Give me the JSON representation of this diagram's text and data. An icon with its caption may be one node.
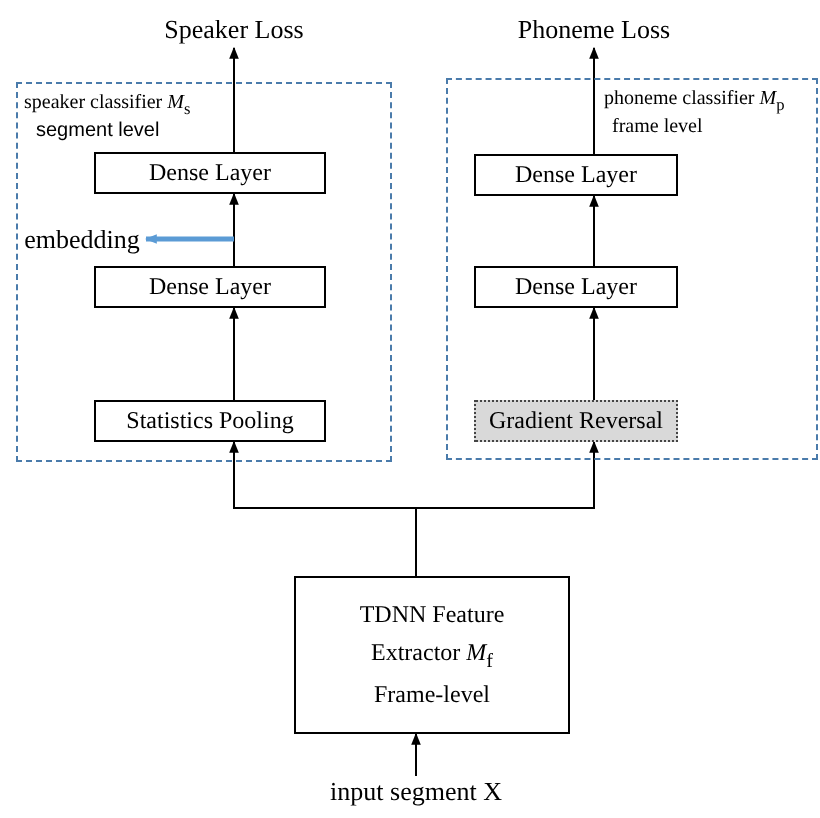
{
  "diagram": {
    "nodes": [
      {
        "text": [
          "speaker classifier *M*$_{s}$",
          "segment level"
        ]
      },
      {
        "text": [
          "Dense Layer"
        ],
        "in": 0
      },
      {
        "text": [
          "Dense Layer"
        ],
        "in": 0
      },
      {
        "text": [
          "Statistics Pooling"
        ],
        "in": 0
      },
      {
        "text": [
          "phoneme classifier *M*$_{p}$",
          "frame level"
        ]
      },
      {
        "text": [
          "Dense Layer"
        ],
        "in": 4
      },
      {
        "text": [
          "Dense Layer"
        ],
        "in": 4
      },
      {
        "text": [
          "Gradient Reversal"
        ],
        "in": 4
      },
      {
        "text": [
          "TDNN Feature Extractor *M*$_{f}$ Frame-level"
        ]
      },
      {
        "text": [
          "Speaker Loss"
        ]
      },
      {
        "text": [
          "Phoneme Loss"
        ]
      },
      {
        "text": [
          "embedding"
        ],
        "in": 0
      },
      {
        "text": [
          "input segment X"
        ]
      }
    ],
    "edges": [
      {
        "from": 3,
        "to": 2,
        "arrow": "to"
      },
      {
        "from": 2,
        "to": 1,
        "arrow": "to"
      },
      {
        "from": 1,
        "to": 9,
        "arrow": "to"
      },
      {
        "from": 7,
        "to": 6,
        "arrow": "to"
      },
      {
        "from": 6,
        "to": 5,
        "arrow": "to"
      },
      {
        "from": 5,
        "to": 10,
        "arrow": "to"
      },
      {
        "from": 8,
        "to": 3,
        "arrow": "to"
      },
      {
        "from": 8,
        "to": 7,
        "arrow": "to"
      },
      {
        "from": 12,
        "to": 8,
        "arrow": "to"
      },
      {
        "from": null,
        "to": 11,
        "arrow": "to",
        "color": "#5b9bd5",
        "style": "thick"
      }
    ]
  }
}
